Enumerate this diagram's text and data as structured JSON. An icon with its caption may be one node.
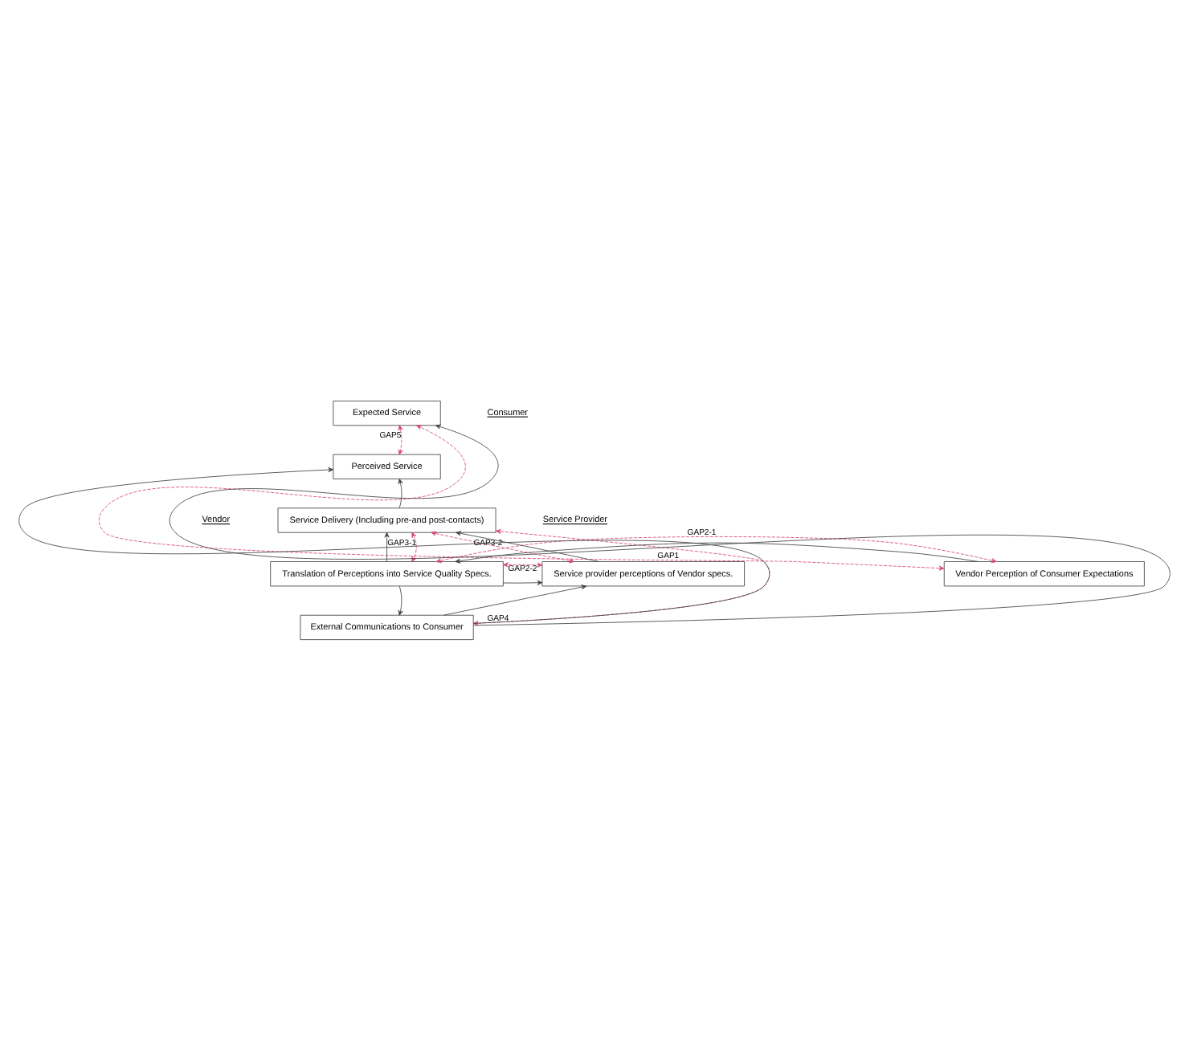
{
  "diagram": {
    "nodes": [
      {
        "text": [
          "Expected Service"
        ]
      },
      {
        "text": [
          "Perceived Service"
        ]
      },
      {
        "text": [
          "Service Delivery (Including pre-and post-contacts)"
        ]
      },
      {
        "text": [
          "Vendor Perception of Consumer Expectations"
        ]
      },
      {
        "text": [
          "Translation of Perceptions into Service Quality Specs."
        ]
      },
      {
        "text": [
          "Service provider perceptions of Vendor specs."
        ]
      },
      {
        "text": [
          "External Communications to Consumer"
        ]
      }
    ],
    "edges": [
      {
        "from": 2,
        "to": 1,
        "arrow": "to"
      },
      {
        "from": 6,
        "to": 0,
        "arrow": "to"
      },
      {
        "from": 6,
        "to": 1,
        "arrow": "to"
      },
      {
        "from": 4,
        "to": 2,
        "arrow": "to"
      },
      {
        "from": 5,
        "to": 2,
        "arrow": "to"
      },
      {
        "from": 3,
        "to": 4,
        "arrow": "to"
      },
      {
        "from": 4,
        "to": 5,
        "arrow": "to"
      },
      {
        "from": 4,
        "to": 6,
        "arrow": "to"
      },
      {
        "from": 6,
        "to": 5,
        "arrow": "to"
      },
      {
        "from": 3,
        "to": 0,
        "arrow": "both",
        "label": "GAP1",
        "style": "dashed",
        "color": "#d6457a"
      },
      {
        "from": 0,
        "to": 1,
        "arrow": "both",
        "label": "GAP5",
        "style": "dashed",
        "color": "#d6457a"
      },
      {
        "from": 4,
        "to": 2,
        "arrow": "both",
        "label": "GAP3-1",
        "style": "dashed",
        "color": "#d6457a"
      },
      {
        "from": 2,
        "to": 5,
        "arrow": "both",
        "label": "GAP3-2",
        "style": "dashed",
        "color": "#d6457a"
      },
      {
        "from": 2,
        "to": 6,
        "arrow": "both",
        "label": "GAP4",
        "style": "dashed",
        "color": "#d6457a"
      },
      {
        "from": 3,
        "to": 4,
        "arrow": "both",
        "label": "GAP2-1",
        "style": "dashed",
        "color": "#d6457a"
      },
      {
        "from": 4,
        "to": 5,
        "arrow": "both",
        "label": "GAP2-2",
        "style": "dashed",
        "color": "#d6457a"
      }
    ],
    "labels": [
      "Consumer",
      "Vendor",
      "Service Provider"
    ]
  }
}
